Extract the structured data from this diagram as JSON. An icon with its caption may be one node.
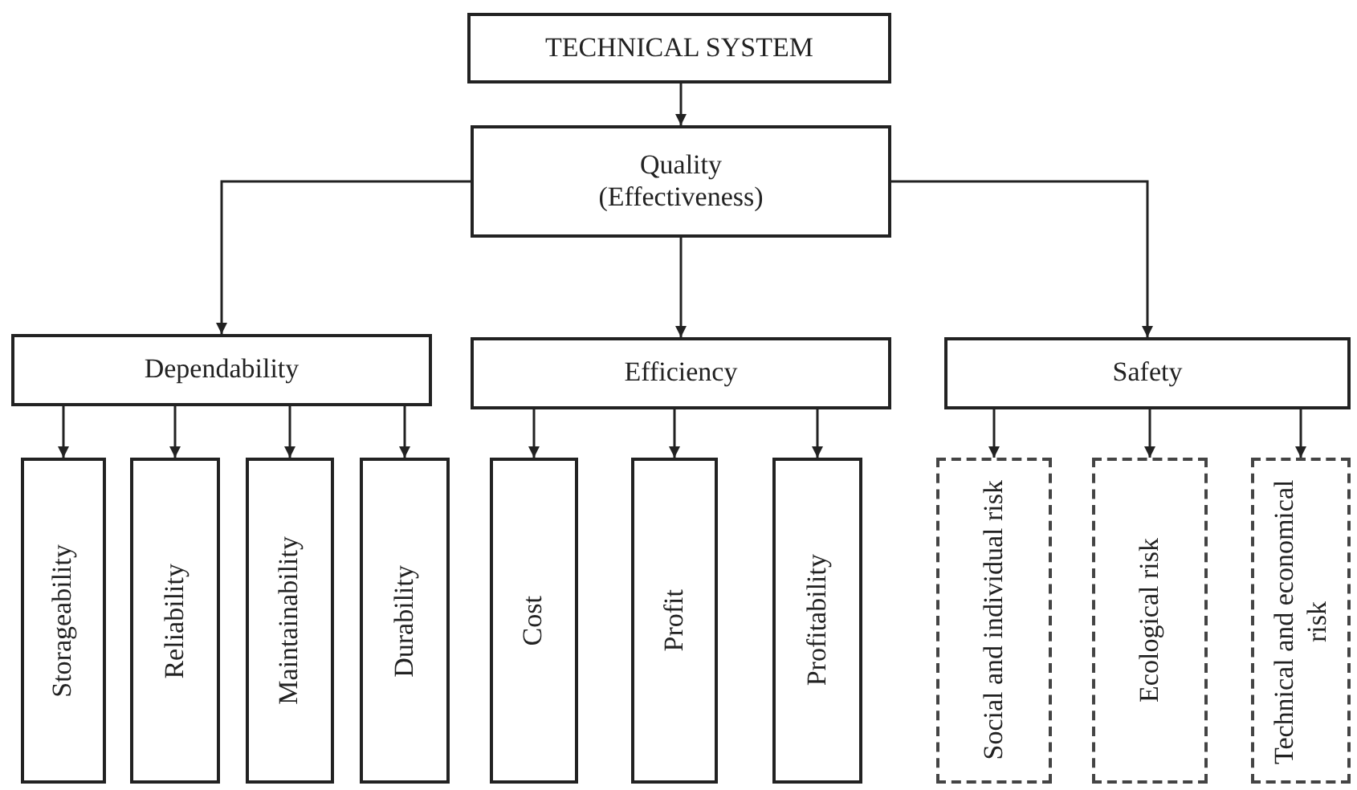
{
  "diagram": {
    "nodes": [
      {
        "text": [
          "TECHNICAL SYSTEM"
        ]
      },
      {
        "text": [
          "Quality (Effectiveness)"
        ]
      },
      {
        "text": [
          "Dependability"
        ]
      },
      {
        "text": [
          "Efficiency"
        ]
      },
      {
        "text": [
          "Safety"
        ]
      },
      {
        "text": [
          "Storageability"
        ]
      },
      {
        "text": [
          "Reliability"
        ]
      },
      {
        "text": [
          "Maintainability"
        ]
      },
      {
        "text": [
          "Durability"
        ]
      },
      {
        "text": [
          "Cost"
        ]
      },
      {
        "text": [
          "Profit"
        ]
      },
      {
        "text": [
          "Profitability"
        ]
      },
      {
        "text": [
          "Social and individual risk"
        ]
      },
      {
        "text": [
          "Ecological risk"
        ]
      },
      {
        "text": [
          "Technical and economical risk"
        ]
      }
    ],
    "edges": [
      {
        "from": 0,
        "to": 1,
        "arrow": "to"
      },
      {
        "from": 1,
        "to": 2,
        "arrow": "to"
      },
      {
        "from": 1,
        "to": 3,
        "arrow": "to"
      },
      {
        "from": 1,
        "to": 4,
        "arrow": "to"
      },
      {
        "from": 2,
        "to": 5,
        "arrow": "to"
      },
      {
        "from": 2,
        "to": 6,
        "arrow": "to"
      },
      {
        "from": 2,
        "to": 7,
        "arrow": "to"
      },
      {
        "from": 2,
        "to": 8,
        "arrow": "to"
      },
      {
        "from": 3,
        "to": 9,
        "arrow": "to"
      },
      {
        "from": 3,
        "to": 10,
        "arrow": "to"
      },
      {
        "from": 3,
        "to": 11,
        "arrow": "to"
      },
      {
        "from": 4,
        "to": 12,
        "arrow": "to"
      },
      {
        "from": 4,
        "to": 13,
        "arrow": "to"
      },
      {
        "from": 4,
        "to": 14,
        "arrow": "to"
      }
    ]
  }
}
